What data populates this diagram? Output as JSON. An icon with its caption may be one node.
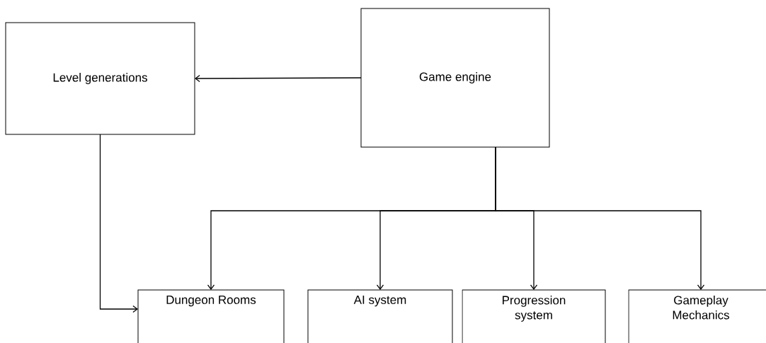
{
  "diagram": {
    "nodes": [
      {
        "text": [
          "Level generations"
        ]
      },
      {
        "text": [
          "Game engine"
        ]
      },
      {
        "text": [
          "Dungeon Rooms"
        ]
      },
      {
        "text": [
          "AI system"
        ]
      },
      {
        "text": [
          "Progression system"
        ]
      },
      {
        "text": [
          "Gameplay Mechanics"
        ]
      }
    ],
    "edges": [
      {
        "from": 1,
        "to": 0,
        "arrow": "to"
      },
      {
        "from": 0,
        "to": 2,
        "arrow": "to"
      },
      {
        "from": 1,
        "to": 2,
        "arrow": "to"
      },
      {
        "from": 1,
        "to": 3,
        "arrow": "to"
      },
      {
        "from": 1,
        "to": 4,
        "arrow": "to"
      },
      {
        "from": 1,
        "to": 5,
        "arrow": "to"
      }
    ]
  }
}
